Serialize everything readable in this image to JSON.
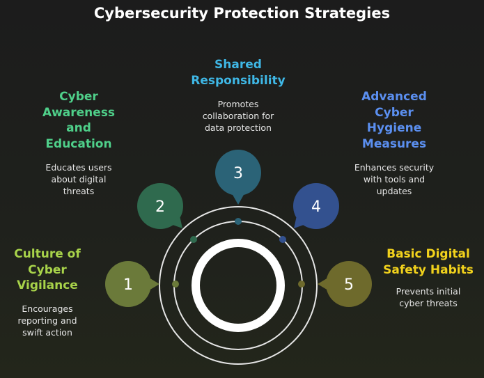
{
  "title": "Cybersecurity Protection Strategies",
  "items": [
    {
      "number": "1",
      "heading_lines": [
        "Culture of",
        "Cyber",
        "Vigilance"
      ],
      "desc_lines": [
        "Encourages",
        "reporting and",
        "swift action"
      ],
      "color": "#6b7a3a",
      "text_color": "#a8d34a"
    },
    {
      "number": "2",
      "heading_lines": [
        "Cyber",
        "Awareness",
        "and",
        "Education"
      ],
      "desc_lines": [
        "Educates users",
        "about digital",
        "threats"
      ],
      "color": "#2f6a4e",
      "text_color": "#4fd08a"
    },
    {
      "number": "3",
      "heading_lines": [
        "Shared",
        "Responsibility"
      ],
      "desc_lines": [
        "Promotes",
        "collaboration for",
        "data protection"
      ],
      "color": "#2b6377",
      "text_color": "#3fb8e6"
    },
    {
      "number": "4",
      "heading_lines": [
        "Advanced",
        "Cyber",
        "Hygiene",
        "Measures"
      ],
      "desc_lines": [
        "Enhances security",
        "with tools and",
        "updates"
      ],
      "color": "#33518f",
      "text_color": "#5b8ff0"
    },
    {
      "number": "5",
      "heading_lines": [
        "Basic Digital",
        "Safety Habits"
      ],
      "desc_lines": [
        "Prevents initial",
        "cyber threats"
      ],
      "color": "#6e6a2c",
      "text_color": "#f2d21c"
    }
  ]
}
